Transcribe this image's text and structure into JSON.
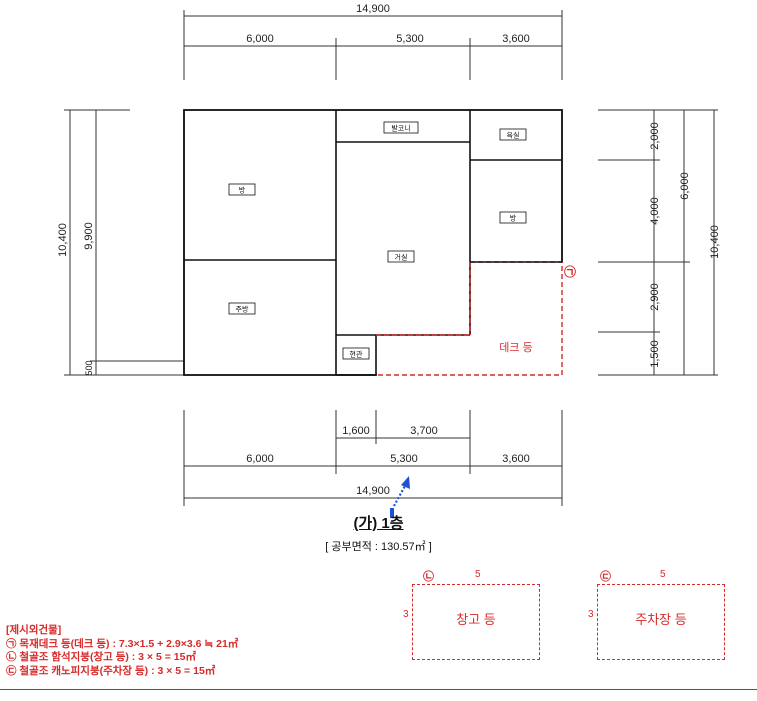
{
  "dimensions": {
    "top_total": "14,900",
    "top_segments": [
      "6,000",
      "5,300",
      "3,600"
    ],
    "bottom_inner": [
      "1,600",
      "3,700"
    ],
    "bottom_segments": [
      "6,000",
      "5,300",
      "3,600"
    ],
    "bottom_total": "14,900",
    "left_outer": "10,400",
    "left_inner": "9,900",
    "left_small": "500",
    "right_segments": [
      "2,000",
      "4,000",
      "2,900",
      "1,500"
    ],
    "right_mid": "6,000",
    "right_total": "10,400"
  },
  "rooms": {
    "balcony": "발코니",
    "bath": "욕실",
    "room_a": "방",
    "room_b": "방",
    "living": "거실",
    "kitchen": "주방",
    "entrance": "현관"
  },
  "deck_label": "데크 등",
  "deck_marker": "㉠",
  "plan_title": "(가) 1층",
  "plan_area": "[ 공부면적 : 130.57㎡ ]",
  "annexes": [
    {
      "marker": "㉡",
      "width": "5",
      "height": "3",
      "label": "창고 등"
    },
    {
      "marker": "㉢",
      "width": "5",
      "height": "3",
      "label": "주차장 등"
    }
  ],
  "legend": {
    "heading": "[제시외건물]",
    "items": [
      "㉠ 목재데크 등(데크 등) : 7.3×1.5 + 2.9×3.6 ≒ 21㎡",
      "㉡ 철골조 함석지붕(창고 등) : 3 × 5 = 15㎡",
      "㉢ 철골조 캐노피지붕(주차장 등) : 3 × 5 = 15㎡"
    ]
  },
  "colors": {
    "annotation": "#d62b2b",
    "arrow": "#1f4fd8",
    "line": "#111111"
  }
}
